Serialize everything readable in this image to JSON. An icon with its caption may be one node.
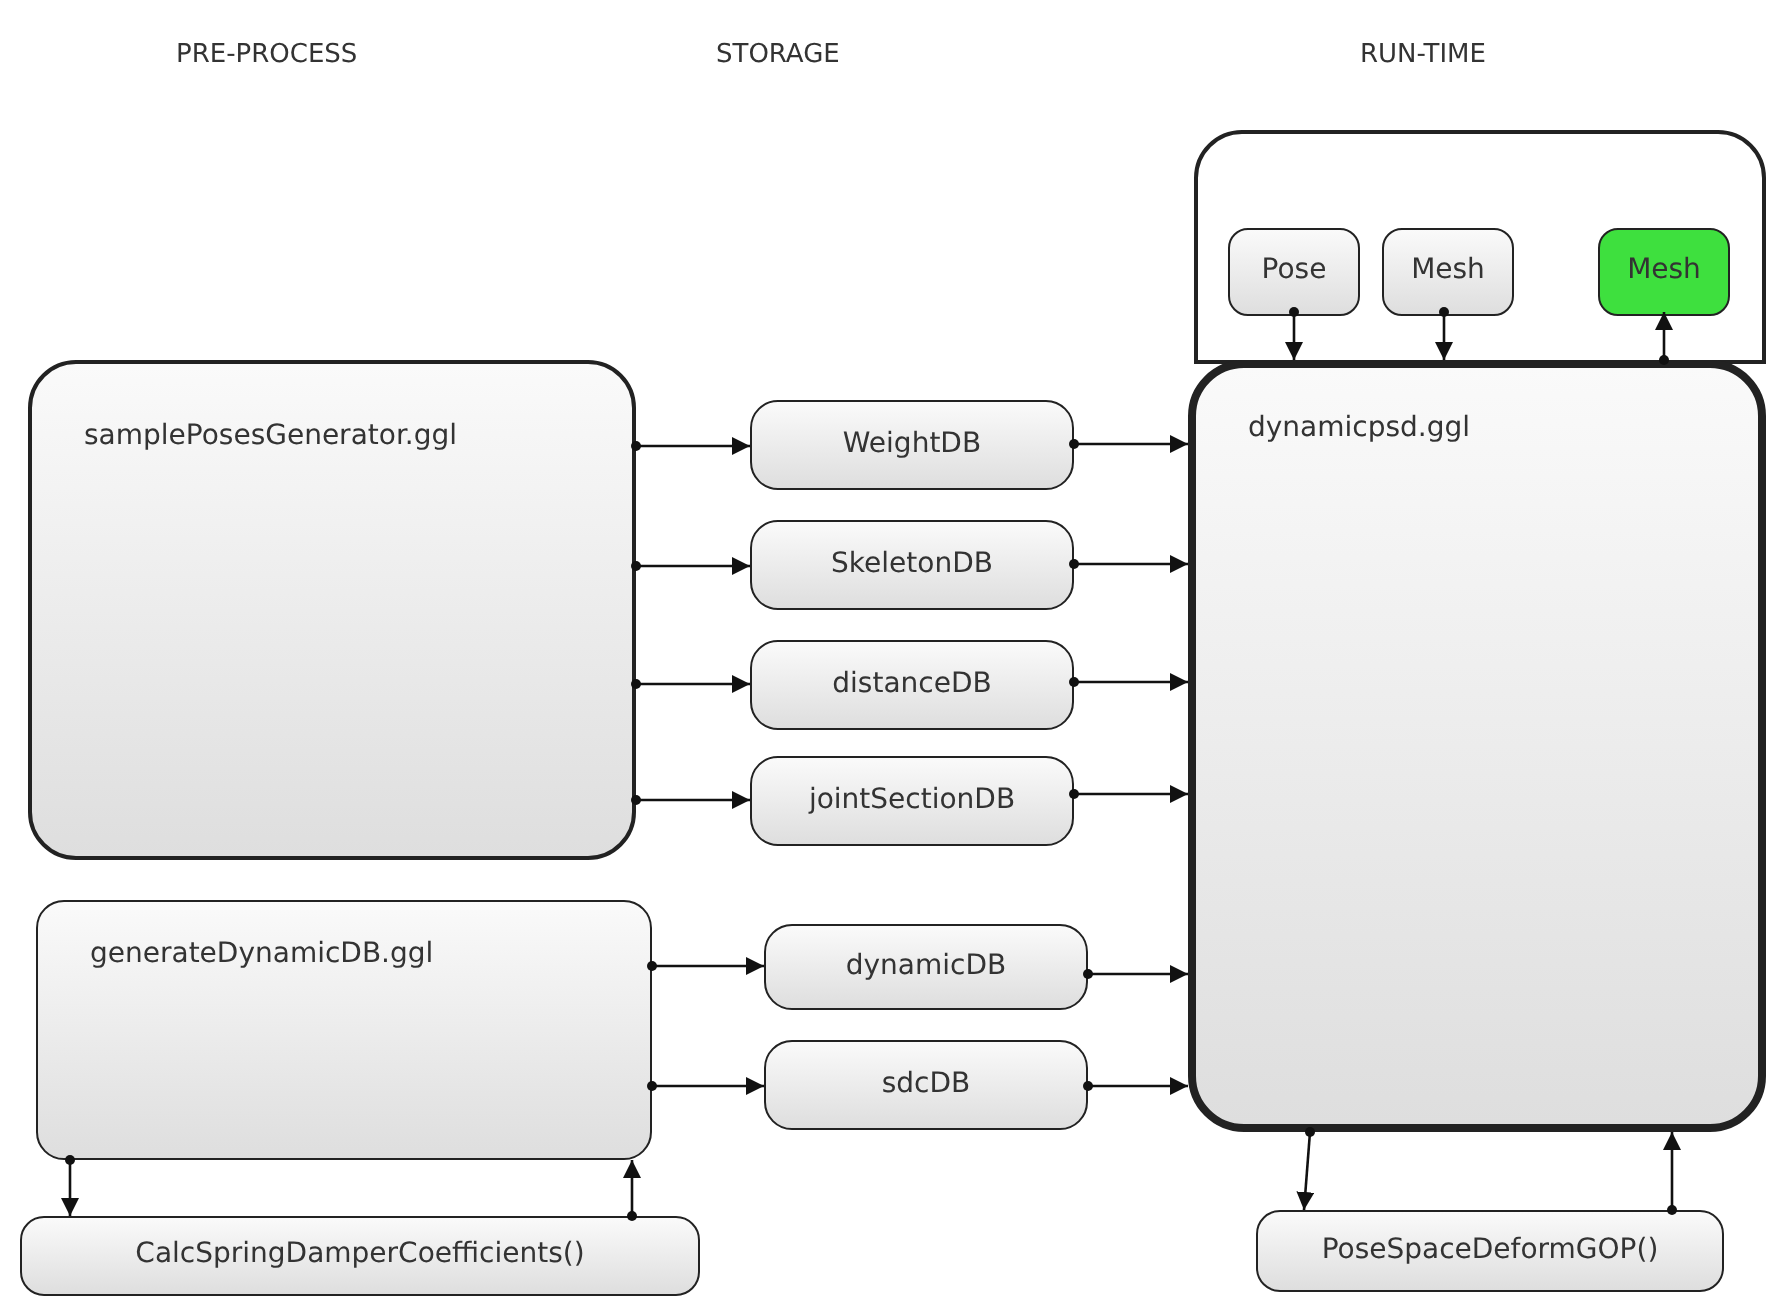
{
  "diagram": {
    "nodes": [
      {
        "text": [
          "samplePosesGenerator.ggl"
        ]
      },
      {
        "text": [
          "generateDynamicDB.ggl"
        ]
      },
      {
        "text": [
          "CalcSpringDamperCoefficients()"
        ]
      },
      {
        "text": [
          "WeightDB"
        ]
      },
      {
        "text": [
          "SkeletonDB"
        ]
      },
      {
        "text": [
          "distanceDB"
        ]
      },
      {
        "text": [
          "jointSectionDB"
        ]
      },
      {
        "text": [
          "dynamicDB"
        ]
      },
      {
        "text": [
          "sdcDB"
        ]
      },
      {
        "text": [],
        "shape": "box"
      },
      {
        "text": [
          "Pose"
        ],
        "in": 9
      },
      {
        "text": [
          "Mesh"
        ],
        "in": 9
      },
      {
        "text": [
          "Mesh"
        ],
        "in": 9
      },
      {
        "text": [
          "dynamicpsd.ggl"
        ]
      },
      {
        "text": [
          "PoseSpaceDeformGOP()"
        ]
      }
    ],
    "edges": [
      {
        "from": 0,
        "to": 3,
        "arrow": "to"
      },
      {
        "from": 0,
        "to": 4,
        "arrow": "to"
      },
      {
        "from": 0,
        "to": 5,
        "arrow": "to"
      },
      {
        "from": 0,
        "to": 6,
        "arrow": "to"
      },
      {
        "from": 3,
        "to": 13,
        "arrow": "to"
      },
      {
        "from": 4,
        "to": 13,
        "arrow": "to"
      },
      {
        "from": 5,
        "to": 13,
        "arrow": "to"
      },
      {
        "from": 6,
        "to": 13,
        "arrow": "to"
      },
      {
        "from": 1,
        "to": 7,
        "arrow": "to"
      },
      {
        "from": 1,
        "to": 8,
        "arrow": "to"
      },
      {
        "from": 7,
        "to": 13,
        "arrow": "to"
      },
      {
        "from": 8,
        "to": 13,
        "arrow": "to"
      },
      {
        "from": 1,
        "to": 2,
        "arrow": "to"
      },
      {
        "from": 2,
        "to": 1,
        "arrow": "to"
      },
      {
        "from": 10,
        "to": 13,
        "arrow": "to"
      },
      {
        "from": 11,
        "to": 13,
        "arrow": "to"
      },
      {
        "from": 13,
        "to": 12,
        "arrow": "to"
      },
      {
        "from": 13,
        "to": 14,
        "arrow": "to"
      },
      {
        "from": 14,
        "to": 13,
        "arrow": "to"
      }
    ],
    "labels": [
      "PRE-PROCESS",
      "STORAGE",
      "RUN-TIME"
    ]
  }
}
